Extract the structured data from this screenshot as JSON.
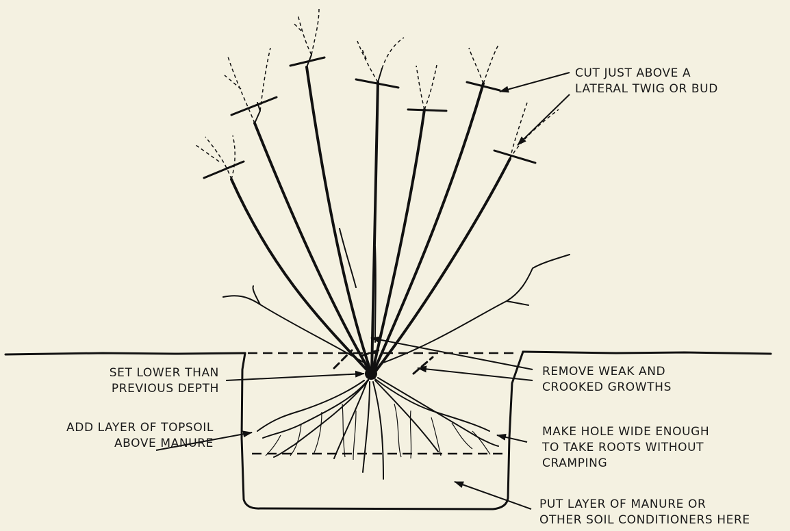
{
  "labels": {
    "cut": [
      "CUT JUST ABOVE A",
      "LATERAL TWIG OR BUD"
    ],
    "set_lower": [
      "SET LOWER THAN",
      "PREVIOUS DEPTH"
    ],
    "remove": [
      "REMOVE WEAK AND",
      "CROOKED GROWTHS"
    ],
    "topsoil": [
      "ADD LAYER OF TOPSOIL",
      "ABOVE MANURE"
    ],
    "hole": [
      "MAKE HOLE WIDE ENOUGH",
      "TO TAKE ROOTS WITHOUT",
      "CRAMPING"
    ],
    "manure": [
      "PUT LAYER OF MANURE OR",
      "OTHER SOIL CONDITIONERS HERE"
    ]
  },
  "colors": {
    "background": "#f4f1e1",
    "ink": "#111111"
  }
}
